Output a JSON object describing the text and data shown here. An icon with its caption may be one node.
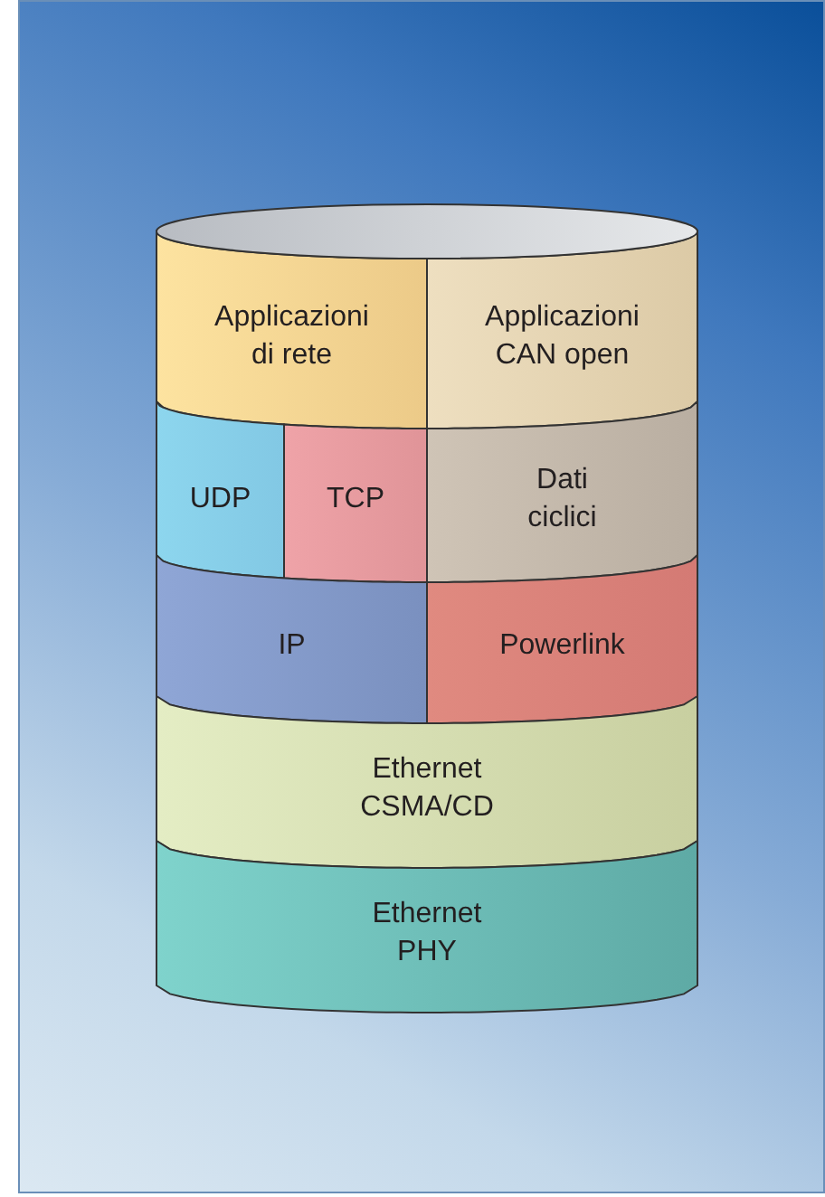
{
  "diagram": {
    "nodes": [
      {
        "text": [
          "Applicazioni di rete"
        ]
      },
      {
        "text": [
          "Applicazioni CAN open"
        ]
      },
      {
        "text": [
          "UDP"
        ]
      },
      {
        "text": [
          "TCP"
        ]
      },
      {
        "text": [
          "Dati ciclici"
        ]
      },
      {
        "text": [
          "IP"
        ]
      },
      {
        "text": [
          "Powerlink"
        ]
      },
      {
        "text": [
          "Ethernet CSMA/CD"
        ]
      },
      {
        "text": [
          "Ethernet PHY"
        ]
      }
    ]
  }
}
